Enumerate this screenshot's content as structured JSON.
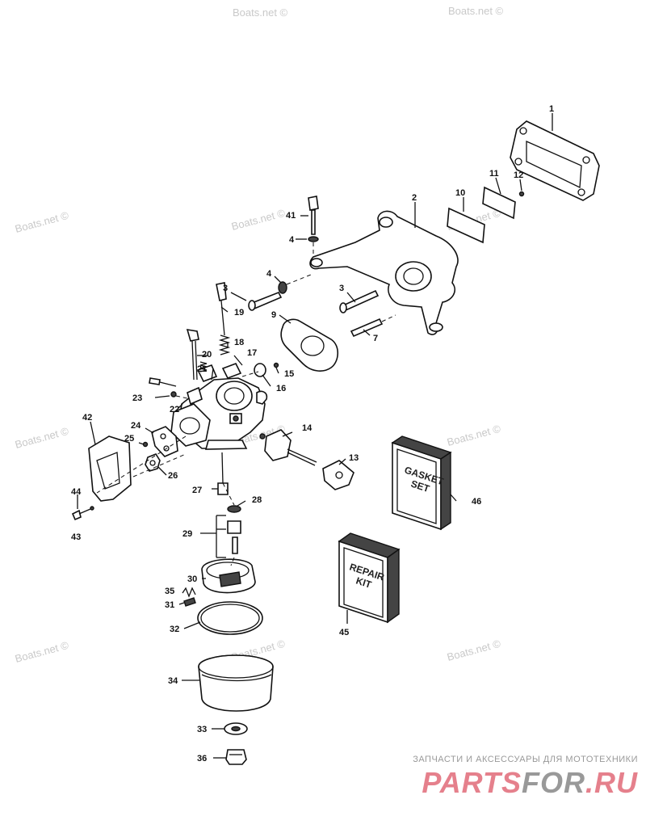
{
  "watermarks": [
    "Boats.net ©",
    "Boats.net ©",
    "Boats.net ©",
    "Boats.net ©",
    "Boats.net ©",
    "Boats.net ©",
    "Boats.net ©",
    "Boats.net ©",
    "Boats.net ©",
    "Boats.net ©",
    "Boats.net ©"
  ],
  "callouts": [
    "1",
    "2",
    "3",
    "3",
    "4",
    "4",
    "7",
    "9",
    "10",
    "11",
    "12",
    "13",
    "14",
    "15",
    "16",
    "17",
    "18",
    "19",
    "20",
    "21",
    "22",
    "23",
    "24",
    "25",
    "26",
    "27",
    "28",
    "29",
    "30",
    "31",
    "32",
    "33",
    "34",
    "35",
    "36",
    "41",
    "42",
    "43",
    "44",
    "45",
    "46"
  ],
  "gasket_box": {
    "line1": "GASKET",
    "line2": "SET"
  },
  "repair_box": {
    "line1": "REPAIR",
    "line2": "KIT"
  },
  "footer": {
    "tagline": "ЗАПЧАСТИ И АКСЕССУАРЫ ДЛЯ МОТОТЕХНИКИ",
    "logo_part1": "PARTS",
    "logo_part2": "FOR",
    "logo_part3": ".RU"
  },
  "colors": {
    "logo_pink": "#e5808c",
    "logo_grey": "#999999",
    "watermark": "#c9c9c9"
  }
}
